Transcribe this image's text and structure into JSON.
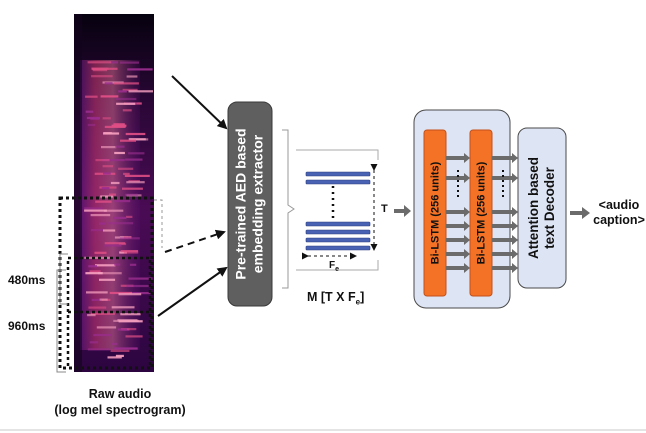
{
  "spectrogram": {
    "caption_line1": "Raw audio",
    "caption_line2": "(log mel spectrogram)",
    "window_small_label": "480ms",
    "window_large_label": "960ms"
  },
  "extractor": {
    "label_line1": "Pre-trained AED based",
    "label_line2": "embedding extractor"
  },
  "embedding": {
    "time_label": "T",
    "feature_label": "F",
    "feature_subscript": "e",
    "matrix_label_prefix": "M [T X F",
    "matrix_label_subscript": "e",
    "matrix_label_suffix": "]"
  },
  "encoder": {
    "lstm1_label": "Bi-LSTM (256 units)",
    "lstm2_label": "Bi-LSTM (256 units)"
  },
  "decoder": {
    "label_line1": "Attention based",
    "label_line2": "text Decoder"
  },
  "output": {
    "line1": "<audio",
    "line2": "caption>"
  },
  "colors": {
    "extractor_fill": "#5f5f5f",
    "encoder_fill": "#dde4f4",
    "lstm_fill": "#f47225",
    "decoder_fill": "#dde4f4",
    "embedding_bar": "#4a62b3",
    "connector": "#6b6b6b"
  }
}
